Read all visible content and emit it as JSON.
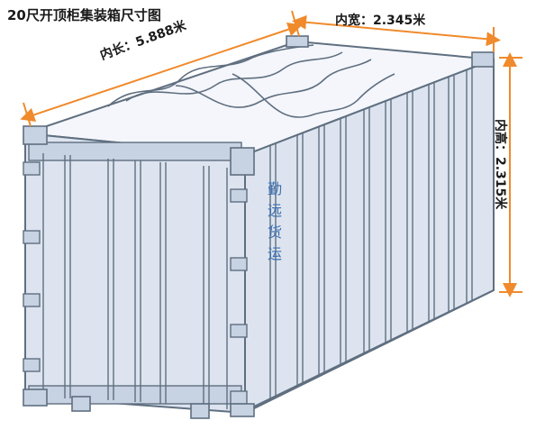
{
  "title": "20尺开顶柜集装箱尺寸图",
  "dimensions": {
    "length_label": "内长：5.888米",
    "width_label": "内宽：2.345米",
    "height_label": "内高：2.315米"
  },
  "brand": [
    "勤",
    "远",
    "货",
    "运"
  ],
  "colors": {
    "outline": "#5f6f80",
    "panel": "#dde4ef",
    "panel_dark": "#c7d2e2",
    "roof": "#f4f6fb",
    "arrow": "#f08a2c",
    "brand_text": "#3c6fb0"
  }
}
